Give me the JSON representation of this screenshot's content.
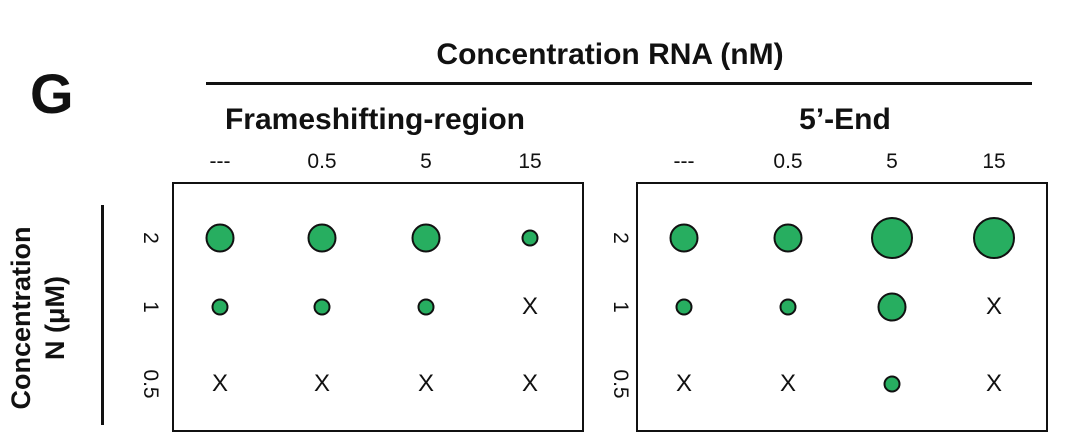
{
  "panel_letter": "G",
  "top_title": "Concentration RNA (nM)",
  "y_title_line1": "Concentration",
  "y_title_line2": "N (μM)",
  "column_labels": [
    "---",
    "0.5",
    "5",
    "15"
  ],
  "row_labels": [
    "2",
    "1",
    "0.5"
  ],
  "x_marker": "X",
  "colors": {
    "dot_fill": "#27ae60",
    "outline": "#111111"
  },
  "panels": [
    {
      "title": "Frameshifting-region",
      "cells": [
        [
          {
            "type": "dot",
            "level": 2
          },
          {
            "type": "dot",
            "level": 2
          },
          {
            "type": "dot",
            "level": 2
          },
          {
            "type": "dot",
            "level": 1
          }
        ],
        [
          {
            "type": "dot",
            "level": 1
          },
          {
            "type": "dot",
            "level": 1
          },
          {
            "type": "dot",
            "level": 1
          },
          {
            "type": "x"
          }
        ],
        [
          {
            "type": "x"
          },
          {
            "type": "x"
          },
          {
            "type": "x"
          },
          {
            "type": "x"
          }
        ]
      ]
    },
    {
      "title": "5’-End",
      "cells": [
        [
          {
            "type": "dot",
            "level": 2
          },
          {
            "type": "dot",
            "level": 2
          },
          {
            "type": "dot",
            "level": 3
          },
          {
            "type": "dot",
            "level": 3
          }
        ],
        [
          {
            "type": "dot",
            "level": 1
          },
          {
            "type": "dot",
            "level": 1
          },
          {
            "type": "dot",
            "level": 2
          },
          {
            "type": "x"
          }
        ],
        [
          {
            "type": "x"
          },
          {
            "type": "x"
          },
          {
            "type": "dot",
            "level": 1
          },
          {
            "type": "x"
          }
        ]
      ]
    }
  ]
}
